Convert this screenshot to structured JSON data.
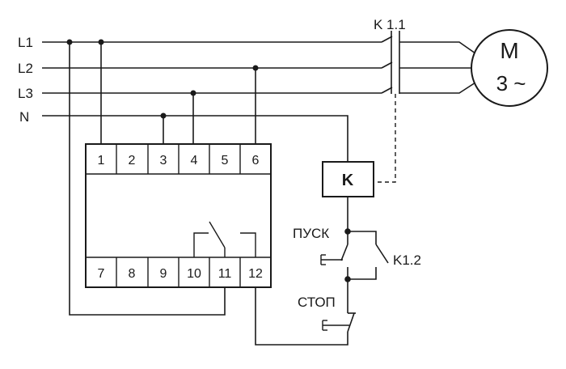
{
  "lines": {
    "l1": "L1",
    "l2": "L2",
    "l3": "L3",
    "n": "N"
  },
  "terminals_top": [
    "1",
    "2",
    "3",
    "4",
    "5",
    "6"
  ],
  "terminals_bottom": [
    "7",
    "8",
    "9",
    "10",
    "11",
    "12"
  ],
  "contactor": {
    "contact_label": "K 1.1",
    "coil_label": "K",
    "aux_contact_label": "K1.2"
  },
  "motor": {
    "letter": "M",
    "phase": "3 ~"
  },
  "buttons": {
    "start": "ПУСК",
    "stop": "СТОП"
  }
}
